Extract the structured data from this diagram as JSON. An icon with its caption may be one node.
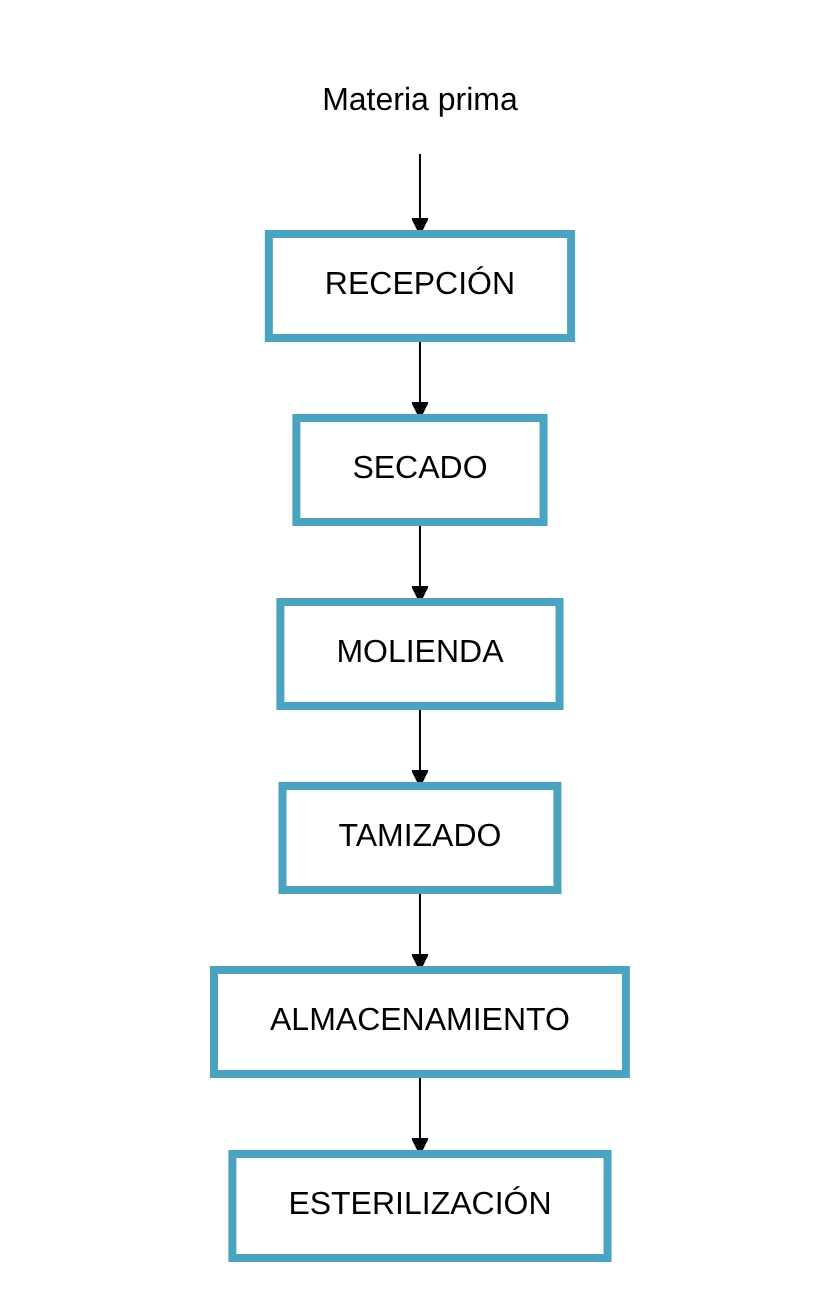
{
  "diagram": {
    "nodes": [
      {
        "text": [
          "Materia prima"
        ]
      },
      {
        "text": [
          "RECEPCIÓN"
        ]
      },
      {
        "text": [
          "SECADO"
        ]
      },
      {
        "text": [
          "MOLIENDA"
        ]
      },
      {
        "text": [
          "TAMIZADO"
        ]
      },
      {
        "text": [
          "ALMACENAMIENTO"
        ]
      },
      {
        "text": [
          "ESTERILIZACIÓN"
        ]
      }
    ],
    "edges": [
      {
        "from": 0,
        "to": 1,
        "arrow": "to"
      },
      {
        "from": 1,
        "to": 2,
        "arrow": "to"
      },
      {
        "from": 2,
        "to": 3,
        "arrow": "to"
      },
      {
        "from": 3,
        "to": 4,
        "arrow": "to"
      },
      {
        "from": 4,
        "to": 5,
        "arrow": "to"
      },
      {
        "from": 5,
        "to": 6,
        "arrow": "to"
      }
    ]
  }
}
